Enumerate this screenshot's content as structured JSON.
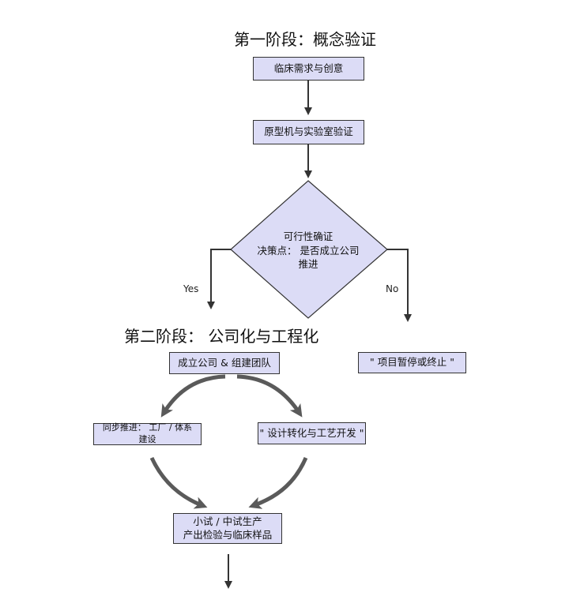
{
  "stage1": {
    "title": "第一阶段：概念验证"
  },
  "nodes": {
    "clinical_needs": "临床需求与创意",
    "prototype": "原型机与实验室验证",
    "feasibility": {
      "line1": "可行性确证",
      "line2": "决策点：  是否成立公司",
      "line3": "推进"
    },
    "terminate": "\" 项目暂停或终止 \"",
    "found_company": "成立公司 & 组建团队",
    "parallel_push": {
      "line1": "同步推进：  工厂 / 体系",
      "line2": "建设"
    },
    "design_transfer": "\" 设计转化与工艺开发 \"",
    "pilot": {
      "line1": "小试 / 中试生产",
      "line2": "产出检验与临床样品"
    }
  },
  "edges": {
    "yes_label": "Yes",
    "no_label": "No"
  },
  "stage2": {
    "title": "第二阶段：  公司化与工程化"
  },
  "colors": {
    "node_fill": "#dcdcf6",
    "node_border": "#333333",
    "arrow": "#333333",
    "curved_arrow": "#5a5a5a"
  }
}
